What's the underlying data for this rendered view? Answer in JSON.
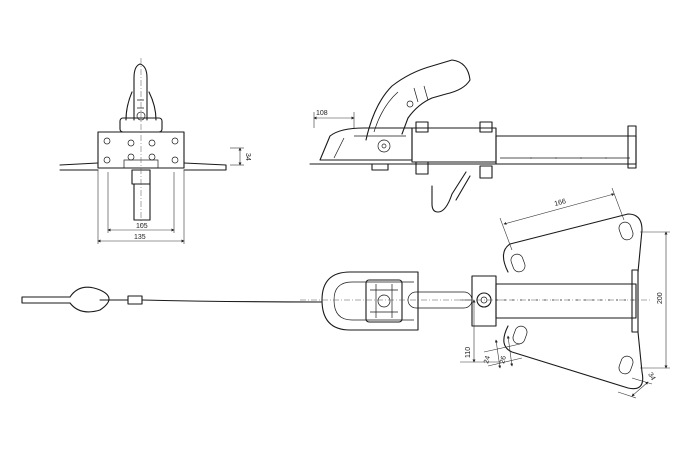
{
  "dimensions": {
    "front_inner_width": "105",
    "front_outer_width": "135",
    "front_height": "34",
    "side_length": "108",
    "top_bolt_spacing": "166",
    "top_overall_width": "200",
    "top_offset": "110",
    "top_hole_a": "24",
    "top_hole_b": "26",
    "top_hole_c": "34"
  }
}
